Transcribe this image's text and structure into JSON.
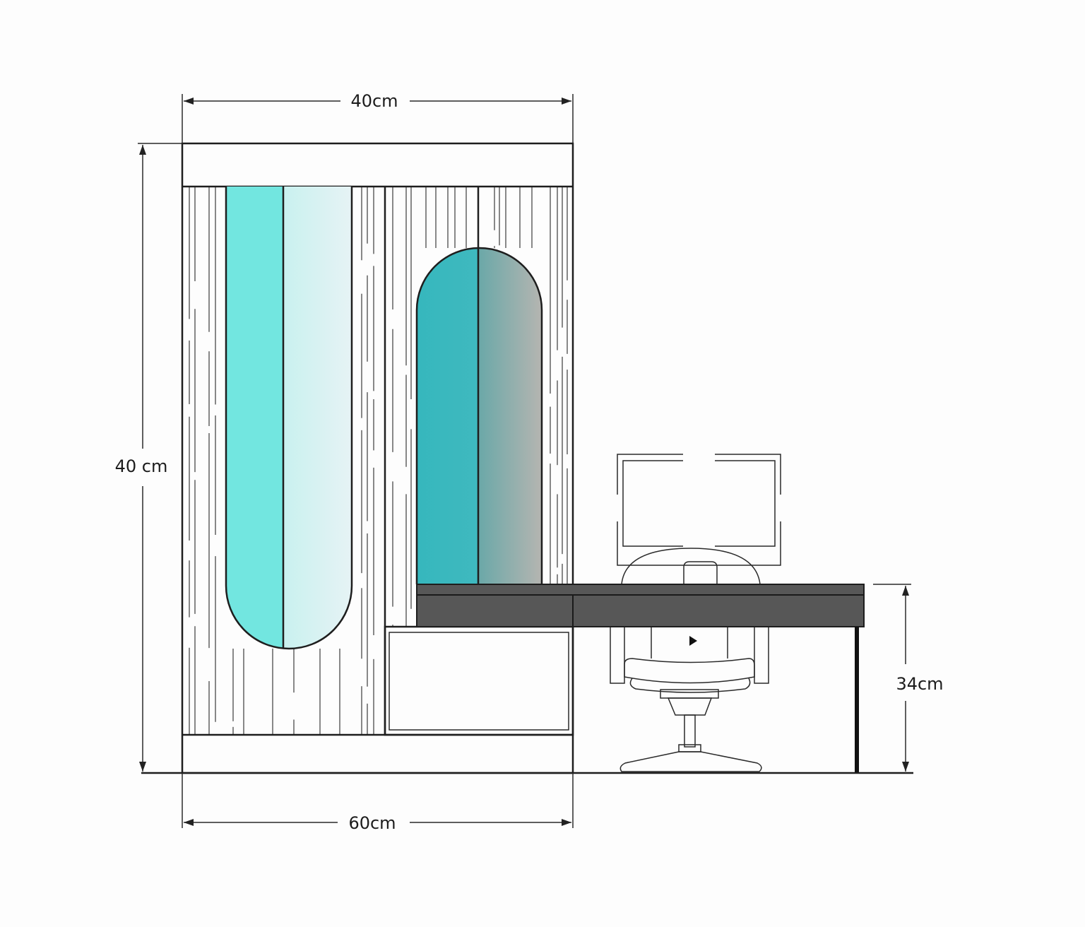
{
  "dimensions": {
    "top_width": "40cm",
    "left_height": "40 cm",
    "bottom_width": "60cm",
    "desk_height": "34cm"
  },
  "colors": {
    "teal_light": "#72e6e0",
    "teal_dark": "#36b7bd",
    "desk": "#575757",
    "line": "#1e1e1e"
  }
}
